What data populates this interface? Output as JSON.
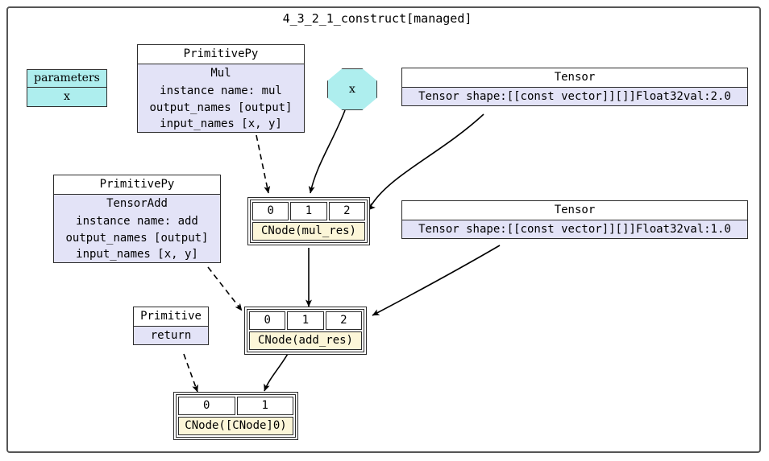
{
  "graph": {
    "title": "4_3_2_1_construct[managed]",
    "colors": {
      "frame_border": "#555555",
      "param_fill": "#aeeeee",
      "record_fill": "#e3e3f7",
      "record_header_fill": "#ffffff",
      "cnode_label_fill": "#fcf6d8",
      "edge_stroke": "#000000"
    }
  },
  "parameters_box": {
    "header": "parameters",
    "rows": [
      "x"
    ]
  },
  "octagon_x": {
    "label": "x"
  },
  "primitive_mul": {
    "header": "PrimitivePy",
    "rows": [
      "Mul",
      "instance name: mul",
      "output_names [output]",
      "input_names [x, y]"
    ]
  },
  "primitive_add": {
    "header": "PrimitivePy",
    "rows": [
      "TensorAdd",
      "instance name: add",
      "output_names [output]",
      "input_names [x, y]"
    ]
  },
  "primitive_return": {
    "header": "Primitive",
    "rows": [
      "return"
    ]
  },
  "tensor_two": {
    "header": "Tensor",
    "rows": [
      "Tensor shape:[[const vector]][]]Float32val:2.0"
    ]
  },
  "tensor_one": {
    "header": "Tensor",
    "rows": [
      "Tensor shape:[[const vector]][]]Float32val:1.0"
    ]
  },
  "cnode_mul_res": {
    "indices": [
      "0",
      "1",
      "2"
    ],
    "label": "CNode(mul_res)"
  },
  "cnode_add_res": {
    "indices": [
      "0",
      "1",
      "2"
    ],
    "label": "CNode(add_res)"
  },
  "cnode_return": {
    "indices": [
      "0",
      "1"
    ],
    "label": "CNode([CNode]0)"
  }
}
